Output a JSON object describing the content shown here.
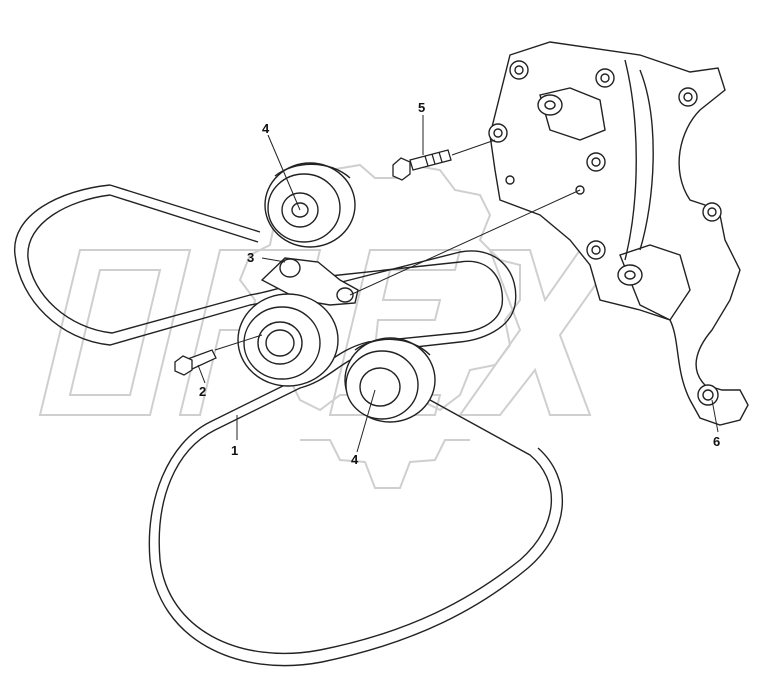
{
  "callouts": {
    "belt": "1",
    "bolt": "2",
    "tensioner": "3",
    "idler_upper": "4",
    "idler_lower": "4",
    "bracket_bolt": "5",
    "bracket": "6"
  },
  "watermark": "OPEX",
  "colors": {
    "line": "#222222",
    "watermark": "#d0d0d0"
  }
}
